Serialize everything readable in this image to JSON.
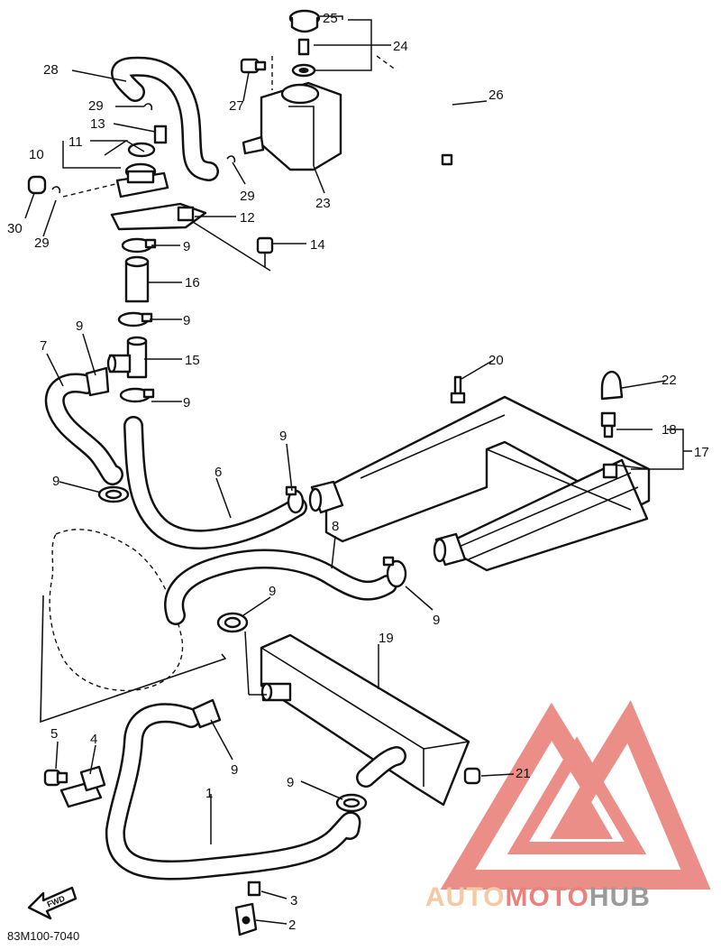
{
  "diagram": {
    "code": "83M100-7040",
    "direction_label": "FWD",
    "callouts": [
      {
        "id": "c1",
        "text": "1"
      },
      {
        "id": "c2",
        "text": "2"
      },
      {
        "id": "c3",
        "text": "3"
      },
      {
        "id": "c4",
        "text": "4"
      },
      {
        "id": "c5",
        "text": "5"
      },
      {
        "id": "c6",
        "text": "6"
      },
      {
        "id": "c7",
        "text": "7"
      },
      {
        "id": "c8",
        "text": "8"
      },
      {
        "id": "c9a",
        "text": "9"
      },
      {
        "id": "c9b",
        "text": "9"
      },
      {
        "id": "c9c",
        "text": "9"
      },
      {
        "id": "c9d",
        "text": "9"
      },
      {
        "id": "c9e",
        "text": "9"
      },
      {
        "id": "c9f",
        "text": "9"
      },
      {
        "id": "c9g",
        "text": "9"
      },
      {
        "id": "c9h",
        "text": "9"
      },
      {
        "id": "c9i",
        "text": "9"
      },
      {
        "id": "c9j",
        "text": "9"
      },
      {
        "id": "c9k",
        "text": "9"
      },
      {
        "id": "c10",
        "text": "10"
      },
      {
        "id": "c11",
        "text": "11"
      },
      {
        "id": "c12",
        "text": "12"
      },
      {
        "id": "c13",
        "text": "13"
      },
      {
        "id": "c14",
        "text": "14"
      },
      {
        "id": "c15",
        "text": "15"
      },
      {
        "id": "c16",
        "text": "16"
      },
      {
        "id": "c17",
        "text": "17"
      },
      {
        "id": "c18",
        "text": "18"
      },
      {
        "id": "c19",
        "text": "19"
      },
      {
        "id": "c20",
        "text": "20"
      },
      {
        "id": "c21",
        "text": "21"
      },
      {
        "id": "c22",
        "text": "22"
      },
      {
        "id": "c23",
        "text": "23"
      },
      {
        "id": "c24",
        "text": "24"
      },
      {
        "id": "c25",
        "text": "25"
      },
      {
        "id": "c26",
        "text": "26"
      },
      {
        "id": "c27",
        "text": "27"
      },
      {
        "id": "c28",
        "text": "28"
      },
      {
        "id": "c29a",
        "text": "29"
      },
      {
        "id": "c29b",
        "text": "29"
      },
      {
        "id": "c29c",
        "text": "29"
      },
      {
        "id": "c30",
        "text": "30"
      }
    ]
  },
  "watermark": {
    "part1": "AUTO",
    "part2": "MOTO",
    "part3": "HUB",
    "color_light": "#f6c9a6",
    "color_red": "#e9827c",
    "color_dark": "#9a9a9a"
  }
}
